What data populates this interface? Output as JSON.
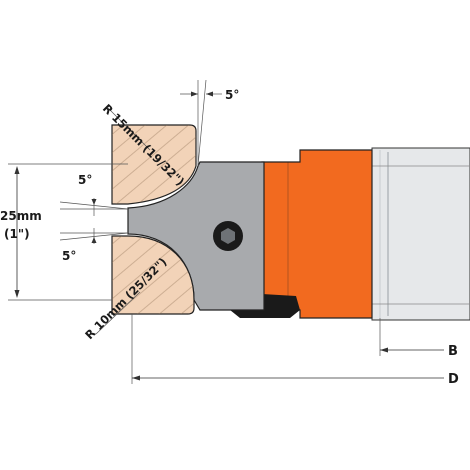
{
  "labels": {
    "radius_top": "R 15mm (19/32\")",
    "radius_bottom": "R 10mm (25/32\")",
    "height_mm": "25mm",
    "height_in": "(1\")",
    "angle_top": "5°",
    "angle_left_upper": "5°",
    "angle_left_lower": "5°",
    "dim_b": "B",
    "dim_d": "D"
  },
  "colors": {
    "body_orange": "#f26a1f",
    "steel_gray": "#a8aaad",
    "wood": "#f2d3b8",
    "bore": "#e6e8ea",
    "black": "#1a1a1a"
  },
  "icons": {
    "screw": "hex-socket-screw-icon"
  }
}
